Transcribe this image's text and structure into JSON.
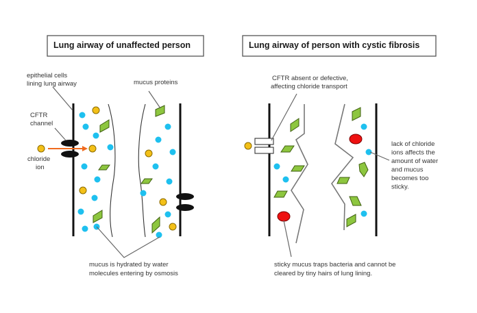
{
  "colors": {
    "water": "#1ec0ef",
    "chloride": "#f3c018",
    "mucus_protein": "#8dc63f",
    "bacteria": "#ee1111",
    "cftr_channel": "#111111",
    "arrow": "#f06a1e"
  },
  "left_panel": {
    "title": "Lung airway of unaffected person",
    "labels": {
      "epithelial": [
        "epithelial cells",
        "lining lung airway"
      ],
      "cftr": [
        "CFTR",
        "channel"
      ],
      "chloride": [
        "chloride",
        "ion"
      ],
      "mucus_proteins": "mucus proteins",
      "hydrated": [
        "mucus is hydrated by water",
        "molecules entering by osmosis"
      ]
    }
  },
  "right_panel": {
    "title": "Lung airway of person with cystic fibrosis",
    "labels": {
      "cftr_defect": [
        "CFTR absent or defective,",
        "affecting chloride transport"
      ],
      "lack_chloride": [
        "lack of chloride",
        "ions affects the",
        "amount of water",
        "and mucus",
        "becomes too",
        "sticky."
      ],
      "sticky": [
        "sticky mucus traps bacteria and cannot be",
        "cleared by tiny hairs of lung lining."
      ]
    }
  },
  "legend_icons": {
    "water": "water-molecule-icon",
    "chloride": "chloride-ion-icon",
    "protein": "mucus-protein-icon",
    "bacteria": "bacteria-icon",
    "channel": "cftr-channel-icon"
  }
}
